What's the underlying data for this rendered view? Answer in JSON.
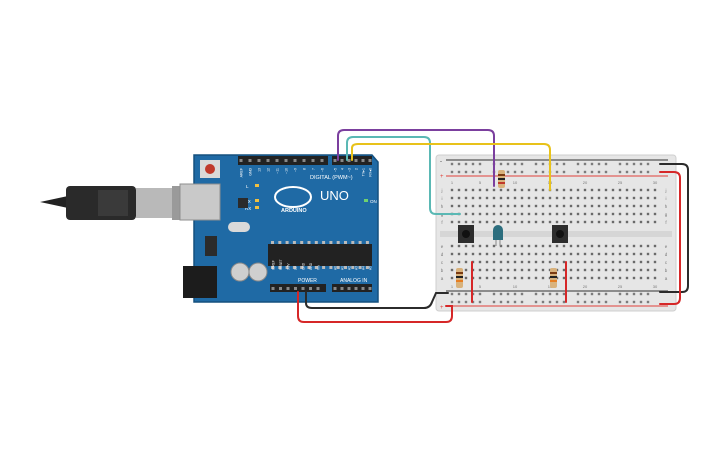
{
  "arduino": {
    "logo_text": "ARDUINO",
    "model": "UNO",
    "digital_header": "DIGITAL (PWM~)",
    "power_header": "POWER",
    "analog_header": "ANALOG IN",
    "led_labels": {
      "l": "L",
      "tx": "TX",
      "rx": "RX",
      "on": "ON"
    },
    "digital_pins": [
      "AREF",
      "GND",
      "13",
      "12",
      "~11",
      "~10",
      "~9",
      "8",
      "7",
      "~6",
      "~5",
      "4",
      "~3",
      "2",
      "TX▸1",
      "RX◂0"
    ],
    "power_pins": [
      "IOREF",
      "RESET",
      "3.3V",
      "5V",
      "GND",
      "GND",
      "Vin"
    ],
    "analog_pins": [
      "A0",
      "A1",
      "A2",
      "A3",
      "A4",
      "A5"
    ]
  },
  "breadboard": {
    "top_numbers": [
      "1",
      "5",
      "10",
      "15",
      "20",
      "25",
      "30"
    ],
    "row_letters_top": [
      "j",
      "i",
      "h",
      "g",
      "f"
    ],
    "row_letters_bottom": [
      "e",
      "d",
      "c",
      "b",
      "a"
    ],
    "rail_plus": "+",
    "rail_minus": "-"
  },
  "colors": {
    "board_blue": "#1f6aa5",
    "board_edge": "#15507f",
    "wire_purple": "#7b3f9e",
    "wire_teal": "#5ab8b4",
    "wire_yellow": "#e8c21a",
    "wire_black": "#2b2b2b",
    "wire_red": "#d62728",
    "breadboard": "#e6e6e6",
    "rail_red": "#e0403a"
  }
}
